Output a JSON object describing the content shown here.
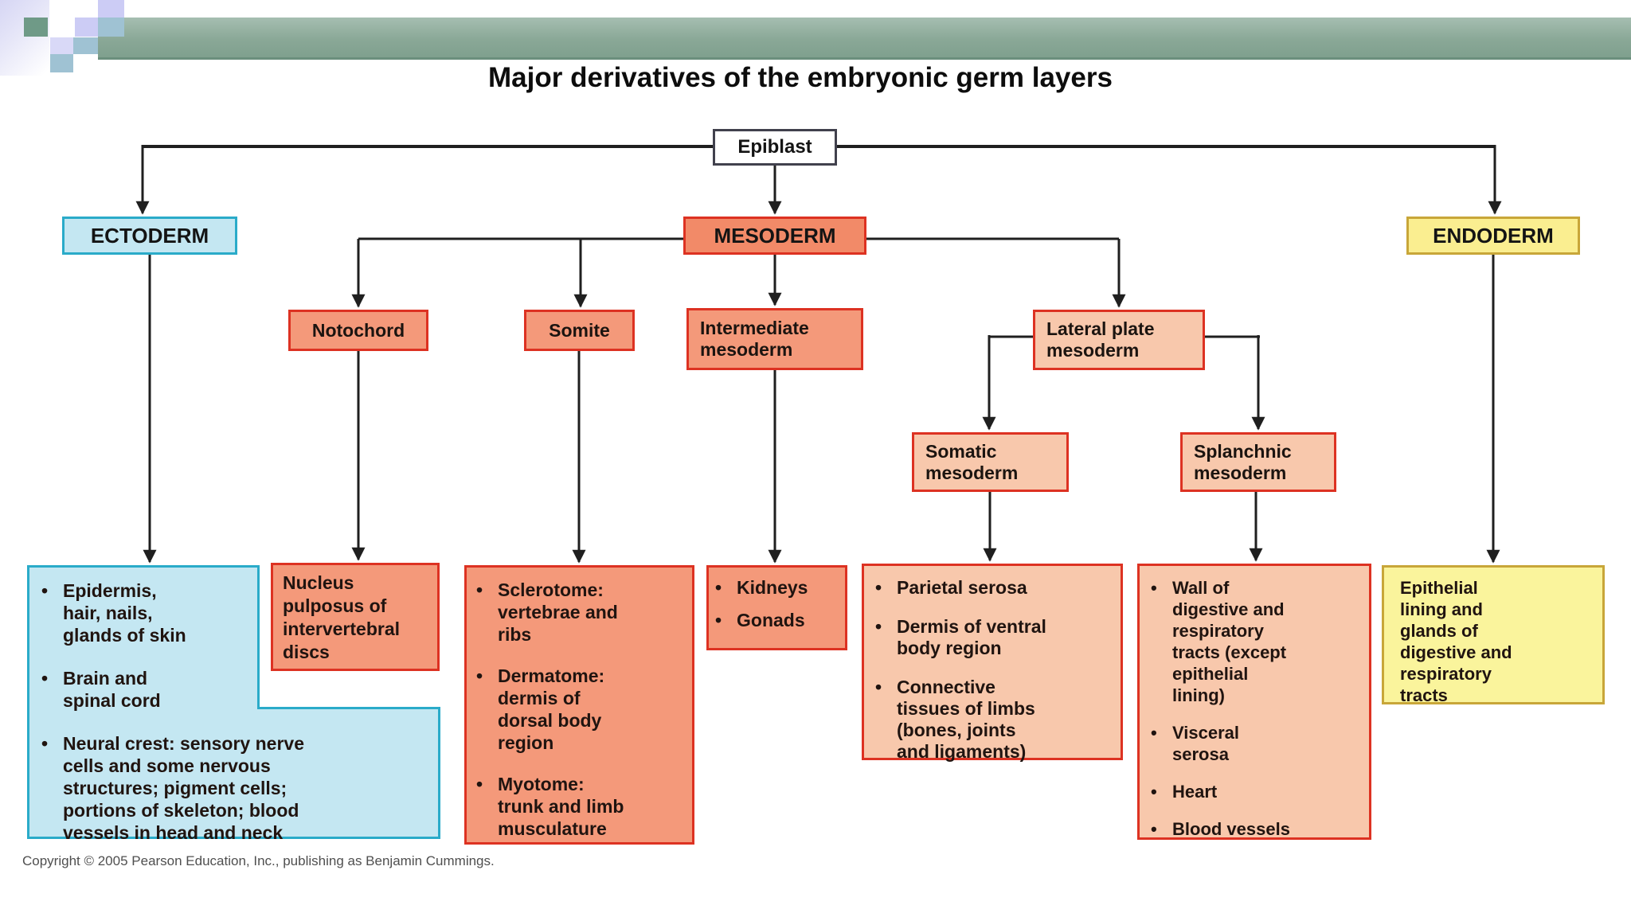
{
  "slide": {
    "title": "Major derivatives of the embryonic germ layers",
    "copyright": "Copyright © 2005 Pearson Education, Inc., publishing as Benjamin Cummings."
  },
  "colors": {
    "header_bar_green": "#8aa897",
    "mosaic_green": "#6f9a87",
    "mosaic_lavender": "#ccccf5",
    "mosaic_bluegray": "#9fc2d3",
    "ectoderm_fill": "#c4e7f2",
    "ectoderm_border": "#2aabc9",
    "mesoderm_fill": "#f28a68",
    "mesoderm_light_fill": "#f4997a",
    "mesoderm_pale_fill": "#f8c8ac",
    "mesoderm_border": "#dd3222",
    "endoderm_fill": "#faee90",
    "endoderm_border": "#c8a639",
    "epiblast_border": "#41414d",
    "connector_line": "#1f1f1f"
  },
  "nodes": {
    "epiblast": {
      "label": "Epiblast"
    },
    "ectoderm": {
      "label": "ECTODERM"
    },
    "mesoderm": {
      "label": "MESODERM"
    },
    "endoderm": {
      "label": "ENDODERM"
    },
    "notochord": {
      "label": "Notochord"
    },
    "somite": {
      "label": "Somite"
    },
    "intermediate": {
      "label": "Intermediate\nmesoderm"
    },
    "lateral_plate": {
      "label": "Lateral plate\nmesoderm"
    },
    "somatic": {
      "label": "Somatic\nmesoderm"
    },
    "splanchnic": {
      "label": "Splanchnic\nmesoderm"
    }
  },
  "derivatives": {
    "ectoderm": {
      "bullets": [
        "Epidermis,\nhair, nails,\nglands of skin",
        "Brain and\nspinal cord",
        "Neural crest: sensory nerve\ncells and some nervous\nstructures; pigment cells;\nportions of skeleton; blood\nvessels in head and neck"
      ]
    },
    "notochord": {
      "text": "Nucleus\npulposus of\nintervertebral\ndiscs"
    },
    "somite": {
      "bullets": [
        "Sclerotome:\nvertebrae and\nribs",
        "Dermatome:\ndermis of\ndorsal body\nregion",
        "Myotome:\ntrunk and limb\nmusculature"
      ]
    },
    "intermediate": {
      "bullets": [
        "Kidneys",
        "Gonads"
      ]
    },
    "somatic": {
      "bullets": [
        "Parietal serosa",
        "Dermis of ventral\nbody region",
        "Connective\ntissues of limbs\n(bones, joints\nand ligaments)"
      ]
    },
    "splanchnic": {
      "bullets": [
        "Wall of\ndigestive and\nrespiratory\ntracts (except\nepithelial\nlining)",
        "Visceral\nserosa",
        "Heart",
        "Blood vessels"
      ]
    },
    "endoderm": {
      "text": "Epithelial\nlining and\nglands of\ndigestive and\nrespiratory\ntracts"
    }
  }
}
